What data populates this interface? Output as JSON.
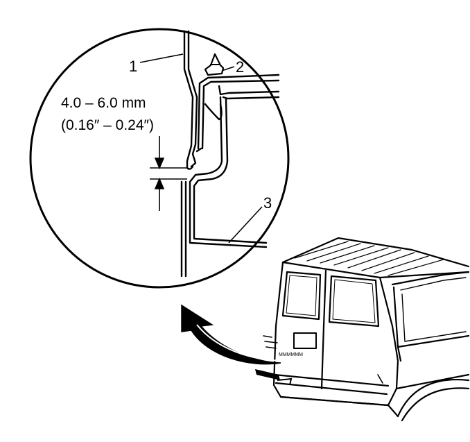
{
  "callouts": {
    "one": "1",
    "two": "2",
    "three": "3"
  },
  "dimension": {
    "metric": "4.0 – 6.0 mm",
    "imperial": "(0.16″ – 0.24″)"
  },
  "van": {
    "plate_text": "MMMMMM"
  },
  "colors": {
    "ink": "#000000",
    "paper": "#ffffff"
  }
}
